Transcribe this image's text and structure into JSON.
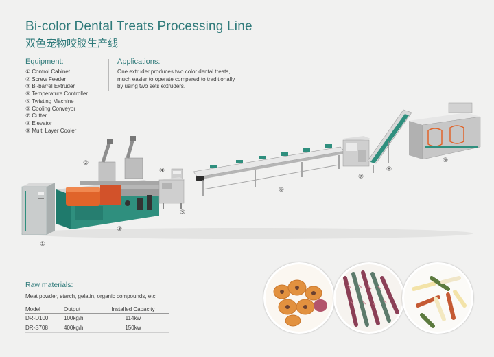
{
  "title_en": "Bi-color Dental Treats Processing Line",
  "title_cn": "双色宠物咬胶生产线",
  "equipment": {
    "heading": "Equipment:",
    "items": [
      "① Control Cabinet",
      "② Screw Feeder",
      "③ Bi-barrel Extruder",
      "④ Temperature Controller",
      "⑤ Twisting Machine",
      "⑥ Cooling Conveyor",
      "⑦ Cutter",
      "⑧ Elevator",
      "⑨ Multi Layer Cooler"
    ]
  },
  "applications": {
    "heading": "Applications:",
    "lines": [
      "One extruder produces two color dental treats,",
      "much easier to operate compared to traditionally",
      "by using two sets extruders."
    ]
  },
  "machine_labels": [
    "①",
    "②",
    "③",
    "④",
    "⑤",
    "⑥",
    "⑦",
    "⑧",
    "⑨"
  ],
  "raw_materials": {
    "heading": "Raw materials:",
    "text": "Meat powder, starch, gelatin, organic compounds, etc"
  },
  "spec_table": {
    "headers": [
      "Model",
      "Output",
      "Installed Capacity"
    ],
    "rows": [
      [
        "DR-D100",
        "100kg/h",
        "114kw"
      ],
      [
        "DR-S708",
        "400kg/h",
        "150kw"
      ]
    ]
  },
  "colors": {
    "accent": "#2f7a7a",
    "machine_green": "#2f8f7e",
    "motor_orange": "#e0642a",
    "steel": "#c9c9c9"
  }
}
